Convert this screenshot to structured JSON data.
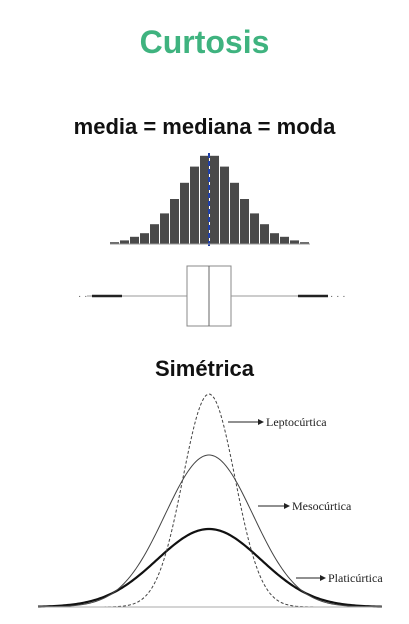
{
  "header": {
    "title": "Curtosis"
  },
  "histogram": {
    "caption": "media = mediana = moda",
    "bar_color": "#4a4a4a",
    "center_line_color": "#1f3fa8",
    "relative_heights": [
      0.02,
      0.04,
      0.08,
      0.12,
      0.22,
      0.34,
      0.5,
      0.68,
      0.86,
      0.98,
      0.98,
      0.86,
      0.68,
      0.5,
      0.34,
      0.22,
      0.12,
      0.08,
      0.04,
      0.02
    ]
  },
  "boxplot": {
    "shape": "symmetric-boxplot"
  },
  "distributions": {
    "heading": "Simétrica",
    "curves": [
      {
        "label": "Leptocúrtica",
        "style": "dashed"
      },
      {
        "label": "Mesocúrtica",
        "style": "thin"
      },
      {
        "label": "Platicúrtica",
        "style": "bold"
      }
    ]
  }
}
